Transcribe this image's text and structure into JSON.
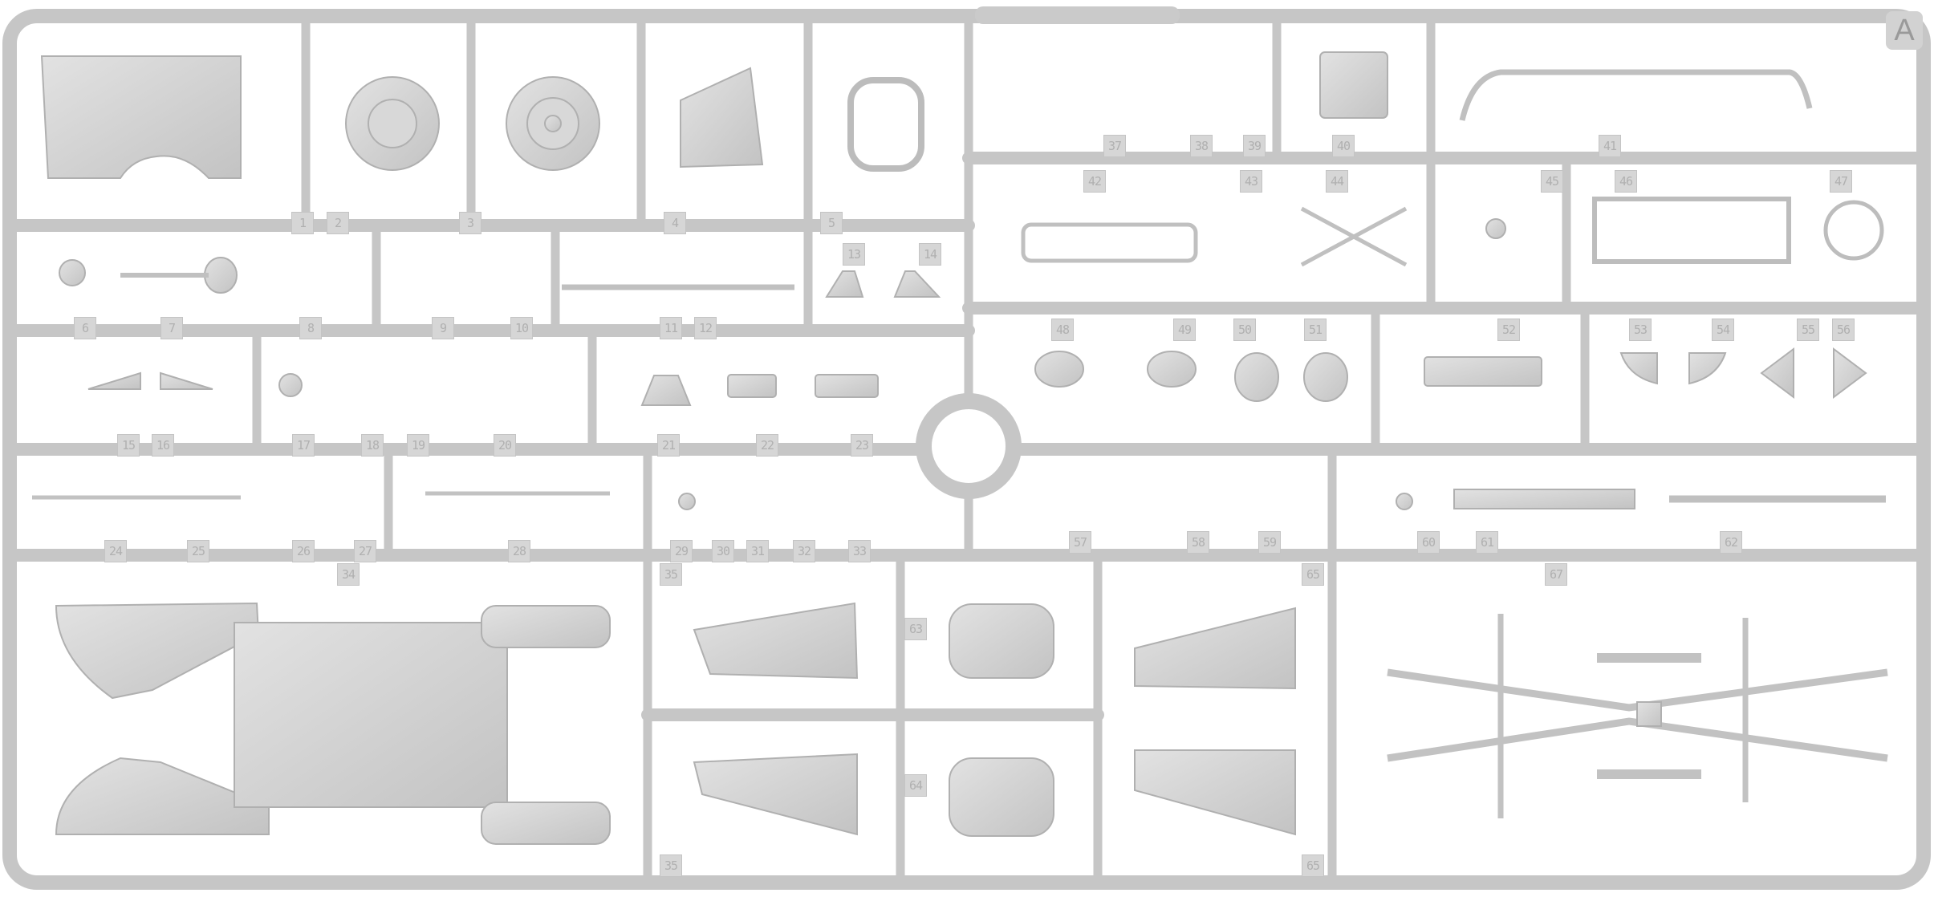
{
  "sprue": {
    "letter": "A",
    "colors": {
      "plastic": "#cfcfcf",
      "plastic_edge": "#b4b4b4",
      "background": "#ffffff"
    },
    "part_numbers": [
      "1",
      "2",
      "3",
      "4",
      "5",
      "6",
      "7",
      "8",
      "9",
      "10",
      "11",
      "12",
      "13",
      "14",
      "15",
      "16",
      "17",
      "18",
      "19",
      "20",
      "21",
      "22",
      "23",
      "24",
      "25",
      "26",
      "27",
      "28",
      "29",
      "30",
      "31",
      "32",
      "33",
      "34",
      "35",
      "35",
      "63",
      "64",
      "65",
      "65",
      "67",
      "37",
      "38",
      "39",
      "40",
      "41",
      "42",
      "43",
      "44",
      "45",
      "46",
      "47",
      "48",
      "49",
      "50",
      "51",
      "52",
      "53",
      "54",
      "55",
      "56",
      "57",
      "58",
      "59",
      "60",
      "61",
      "62"
    ]
  }
}
